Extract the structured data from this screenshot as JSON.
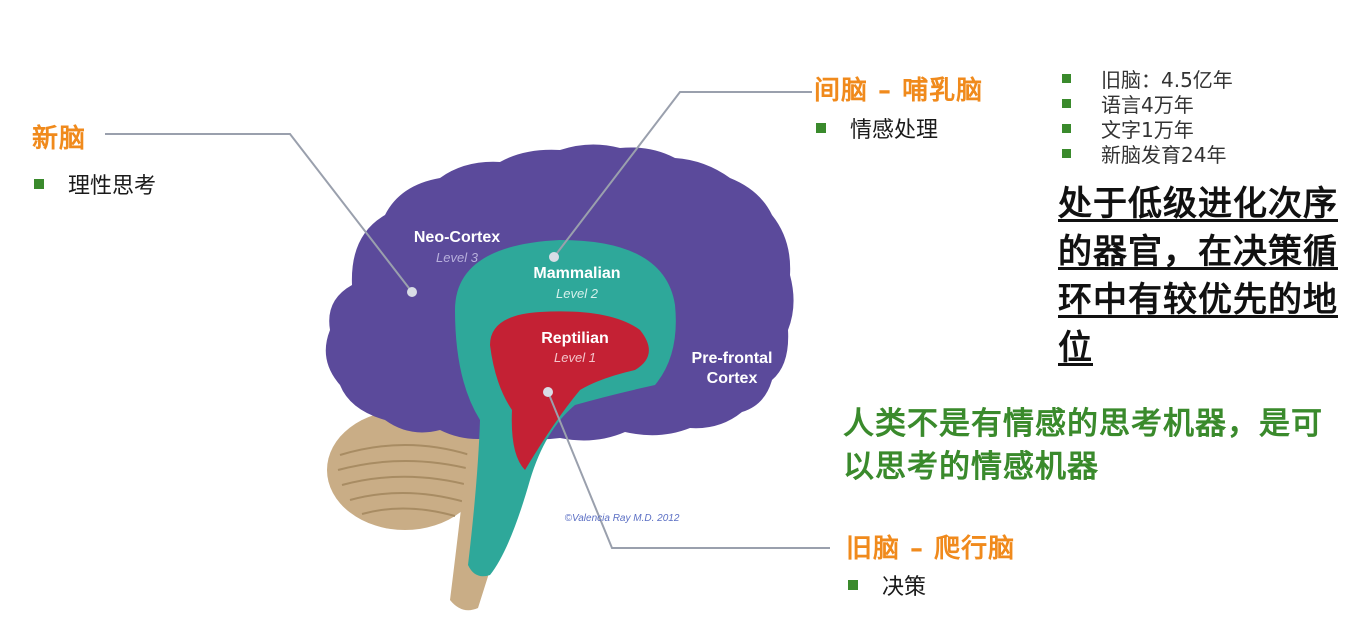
{
  "neo": {
    "title": "新脑",
    "bullet": "理性思考"
  },
  "limbic": {
    "title": "间脑 – 哺乳脑",
    "bullet": "情感处理"
  },
  "old": {
    "title": "旧脑 – 爬行脑",
    "bullet": "决策"
  },
  "facts": [
    "旧脑：4.5亿年",
    "语言4万年",
    "文字1万年",
    "新脑发育24年"
  ],
  "big_note": "处于低级进化次序的器官，在决策循环中有较优先的地位",
  "green_note": "人类不是有情感的思考机器，是可以思考的情感机器",
  "brain_labels": {
    "neo_cortex": "Neo-Cortex",
    "neo_level": "Level 3",
    "mammalian": "Mammalian",
    "mammalian_level": "Level 2",
    "reptilian": "Reptilian",
    "reptilian_level": "Level 1",
    "prefrontal_1": "Pre-frontal",
    "prefrontal_2": "Cortex",
    "copyright": "©Valencia Ray M.D. 2012"
  },
  "colors": {
    "cortex": "#5b4a9b",
    "mammalian": "#2ea89a",
    "reptilian": "#c42134",
    "cerebellum": "#c9ad86",
    "title_orange": "#f08a1c",
    "bullet_green": "#3a8a2c"
  }
}
